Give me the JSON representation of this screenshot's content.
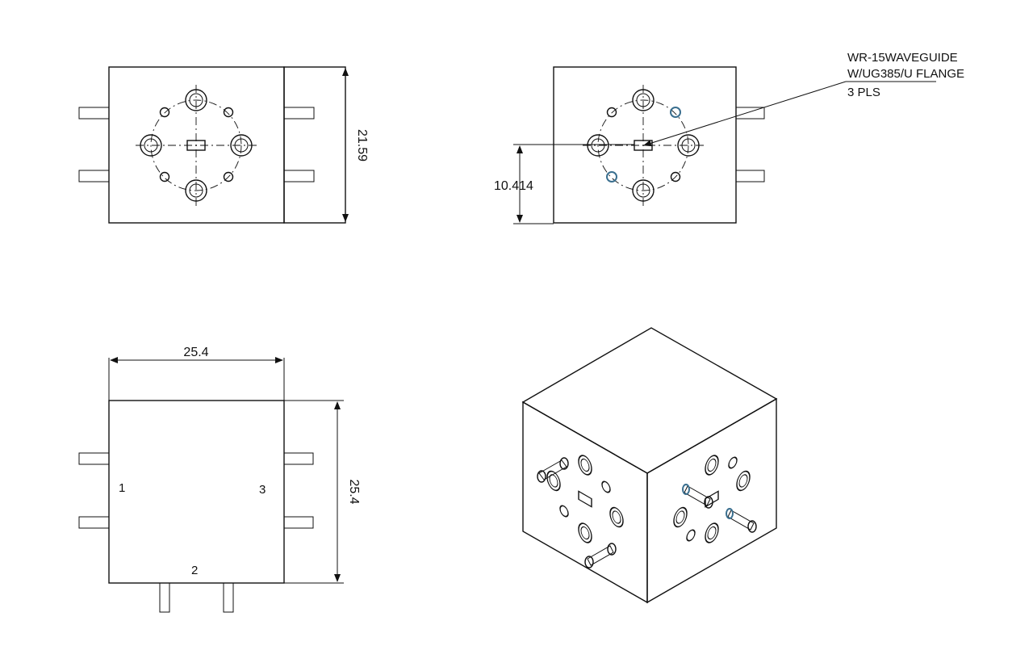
{
  "dimensions": {
    "height_top": "21.59",
    "port_offset": "10.414",
    "width": "25.4",
    "height_side": "25.4"
  },
  "callout": {
    "line1": "WR-15WAVEGUIDE",
    "line2": "W/UG385/U FLANGE",
    "line3": "3 PLS"
  },
  "ports": {
    "port1": "1",
    "port2": "2",
    "port3": "3"
  },
  "colors": {
    "line": "#111111",
    "highlight": "#3a6f8f"
  }
}
